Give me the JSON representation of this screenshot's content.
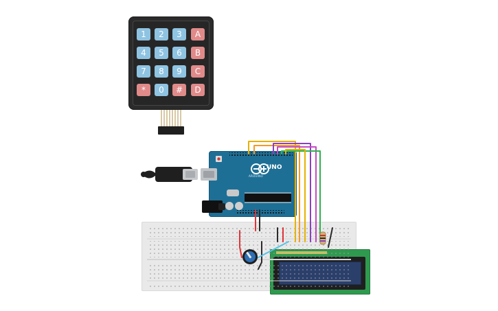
{
  "keypad": {
    "rows": [
      [
        {
          "label": "1",
          "kind": "num"
        },
        {
          "label": "2",
          "kind": "num"
        },
        {
          "label": "3",
          "kind": "num"
        },
        {
          "label": "A",
          "kind": "alpha"
        }
      ],
      [
        {
          "label": "4",
          "kind": "num"
        },
        {
          "label": "5",
          "kind": "num"
        },
        {
          "label": "6",
          "kind": "num"
        },
        {
          "label": "B",
          "kind": "alpha"
        }
      ],
      [
        {
          "label": "7",
          "kind": "num"
        },
        {
          "label": "8",
          "kind": "num"
        },
        {
          "label": "9",
          "kind": "num"
        },
        {
          "label": "C",
          "kind": "alpha"
        }
      ],
      [
        {
          "label": "*",
          "kind": "alpha"
        },
        {
          "label": "0",
          "kind": "num"
        },
        {
          "label": "#",
          "kind": "alpha"
        },
        {
          "label": "D",
          "kind": "alpha"
        }
      ]
    ]
  },
  "arduino": {
    "model_label": "UNO",
    "brand_label": "ARDUINO"
  },
  "lcd": {
    "line1": "",
    "line2": ""
  },
  "colors": {
    "wire_yellow": "#e7b100",
    "wire_orange": "#f59a24",
    "wire_purple": "#8b3fbf",
    "wire_pink": "#c54bc3",
    "wire_green": "#2fb24e",
    "wire_red": "#e0343a",
    "wire_black": "#2b2b2b",
    "wire_blue": "#58c2e6",
    "arduino_blue": "#1e6f95",
    "breadboard_gray": "#e9e9e9",
    "lcd_green": "#2f9a4f",
    "lcd_screen": "#2b3f6b"
  }
}
